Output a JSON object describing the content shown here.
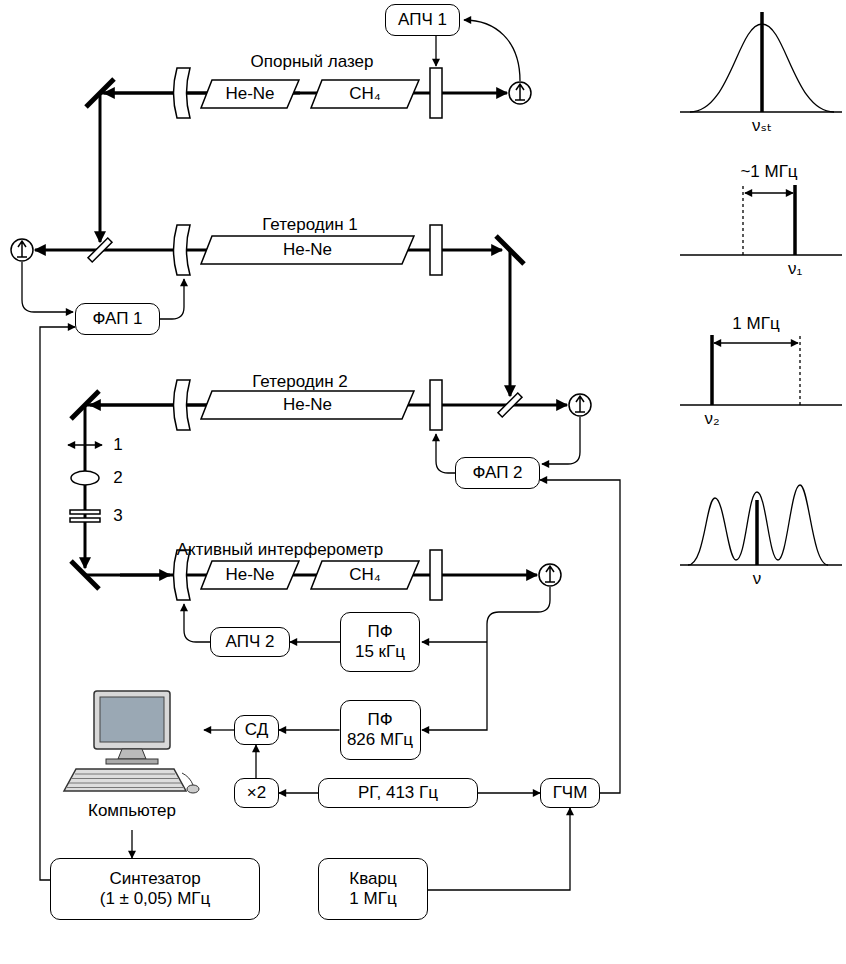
{
  "diagram": {
    "nodes": [
      {
        "text": [
          "АПЧ 1"
        ]
      },
      {
        "text": [
          "He-Ne"
        ]
      },
      {
        "text": [
          "CH₄"
        ]
      },
      {
        "text": [
          "He-Ne"
        ]
      },
      {
        "text": [
          "ФАП 1"
        ]
      },
      {
        "text": [
          "He-Ne"
        ]
      },
      {
        "text": [
          "ФАП 2"
        ]
      },
      {
        "text": [
          "He-Ne"
        ]
      },
      {
        "text": [
          "CH₄"
        ]
      },
      {
        "text": [
          "АПЧ 2"
        ]
      },
      {
        "text": [
          "ПФ",
          "15 кГц"
        ]
      },
      {
        "text": [
          "ПФ",
          "826 МГц"
        ]
      },
      {
        "text": [
          "Компьютер"
        ]
      },
      {
        "text": [
          "СД"
        ]
      },
      {
        "text": [
          "×2"
        ]
      },
      {
        "text": [
          "РГ, 413 Гц"
        ]
      },
      {
        "text": [
          "ГЧМ"
        ]
      },
      {
        "text": [
          "Синтезатор",
          "(1 ± 0,05) МГц"
        ]
      },
      {
        "text": [
          "Кварц",
          "1 МГц"
        ]
      }
    ],
    "edges": [
      {
        "from": 10,
        "to": 9,
        "arrow": "to"
      },
      {
        "from": 11,
        "to": 13,
        "arrow": "to"
      },
      {
        "from": 13,
        "to": 12,
        "arrow": "to"
      },
      {
        "from": 14,
        "to": 13,
        "arrow": "to"
      },
      {
        "from": 15,
        "to": 14,
        "arrow": "to"
      },
      {
        "from": 15,
        "to": 16,
        "arrow": "to"
      },
      {
        "from": 16,
        "to": 6,
        "arrow": "to"
      },
      {
        "from": 18,
        "to": 16,
        "arrow": "to"
      },
      {
        "from": 12,
        "to": 17,
        "arrow": "to"
      },
      {
        "from": 17,
        "to": 4,
        "arrow": "to"
      }
    ],
    "labels": [
      "Опорный лазер",
      "Гетеродин 1",
      "Гетеродин 2",
      "Активный интерферометр",
      "1",
      "2",
      "3",
      "νₛₜ",
      "~1 МГц",
      "ν₁",
      "1 МГц",
      "ν₂",
      "ν"
    ]
  }
}
